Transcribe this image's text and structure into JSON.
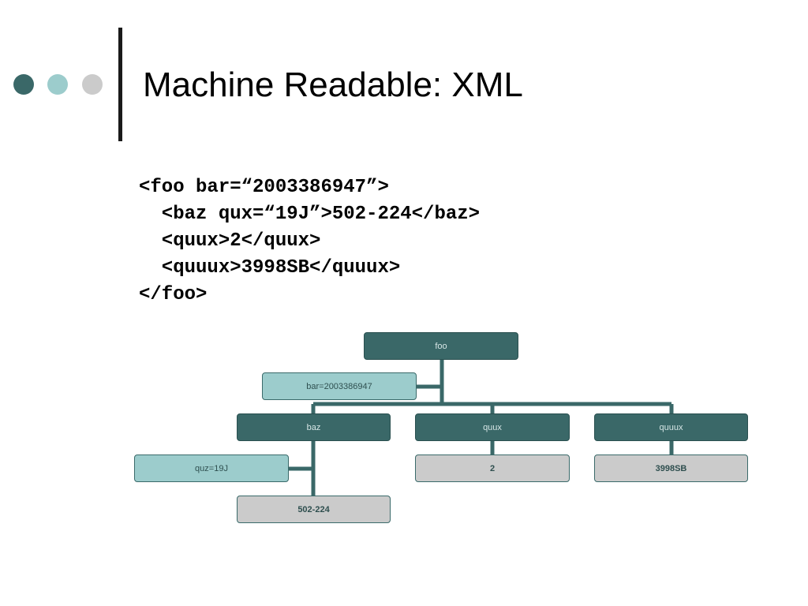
{
  "colors": {
    "element": "#3a6868",
    "attribute": "#9ccccc",
    "text": "#cbcbcb",
    "connector": "#3a6868",
    "dot_dark": "#3a6868",
    "dot_mid": "#9ccccc",
    "dot_light": "#cbcbcb",
    "element_text": "#d6e6e6",
    "attr_text": "#2f5050",
    "text_text": "#2f4f4f"
  },
  "slide": {
    "title": "Machine Readable: XML",
    "code_lines": [
      "<foo bar=“2003386947”>",
      "  <baz qux=“19J”>502-224</baz>",
      "  <quux>2</quux>",
      "  <quuux>3998SB</quuux>",
      "</foo>"
    ]
  },
  "tree": {
    "root": "foo",
    "root_attr": "bar=2003386947",
    "children": [
      {
        "label": "baz",
        "attr": "quz=19J",
        "text": "502-224"
      },
      {
        "label": "quux",
        "text": "2"
      },
      {
        "label": "quuux",
        "text": "3998SB"
      }
    ]
  }
}
